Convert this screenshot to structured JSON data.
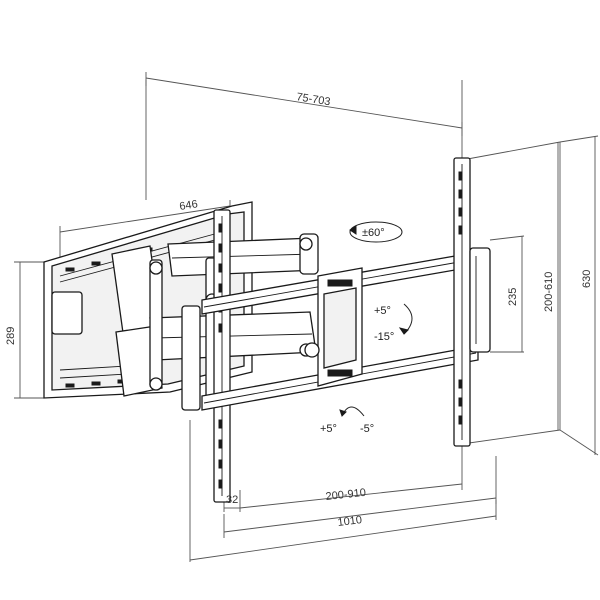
{
  "diagram": {
    "colors": {
      "line": "#1a1a1a",
      "dimension": "#555555",
      "background": "#ffffff"
    },
    "dimensions": {
      "top_depth": "75-703",
      "wall_plate_width": "646",
      "wall_plate_height": "289",
      "tv_pattern_height": "200-610",
      "overall_height": "630",
      "arm_bracket": "235",
      "edge_offset": "32",
      "tv_pattern_width": "200-910",
      "overall_width": "1010"
    },
    "rotations": {
      "swivel": "±60°",
      "tilt_up": "+5°",
      "tilt_down": "-15°",
      "level_plus": "+5°",
      "level_minus": "-5°"
    }
  }
}
